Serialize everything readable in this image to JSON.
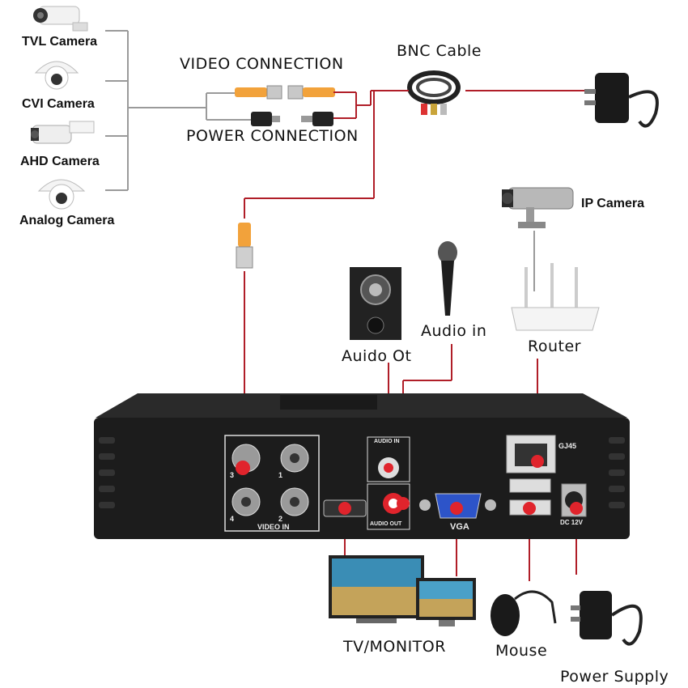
{
  "cameras": {
    "tvl": "TVL Camera",
    "cvi": "CVI Camera",
    "ahd": "AHD Camera",
    "analog": "Analog Camera"
  },
  "connections": {
    "video": "VIDEO CONNECTION",
    "power": "POWER CONNECTION",
    "bnc": "BNC Cable"
  },
  "devices": {
    "ip_camera": "IP Camera",
    "router": "Router",
    "audio_in": "Audio in",
    "audio_out": "Auido Ot",
    "tv_monitor": "TV/MONITOR",
    "mouse": "Mouse",
    "power_supply": "Power Supply"
  },
  "dvr_panel": {
    "video_in": "VIDEO IN",
    "ch1": "1",
    "ch2": "2",
    "ch3": "3",
    "ch4": "4",
    "audio_in_port": "AUDIO IN",
    "audio_out_port": "AUDIO OUT",
    "vga": "VGA",
    "rj45": "GJ45",
    "dc": "DC 12V"
  },
  "colors": {
    "cable": "#b01e28",
    "gray_line": "#9a9a9a",
    "dvr_body": "#1c1c1c",
    "connector_red": "#e0242c"
  }
}
